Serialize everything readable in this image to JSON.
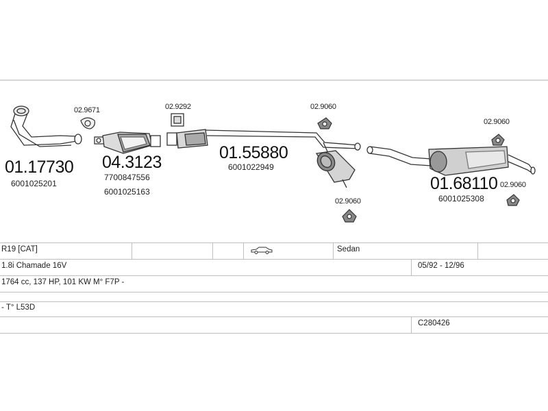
{
  "parts": {
    "downpipe": {
      "code": "01.17730",
      "ref": "6001025201"
    },
    "gasket": {
      "code": "02.9671"
    },
    "catalyst": {
      "code": "04.3123",
      "refs": [
        "7700847556",
        "6001025163"
      ]
    },
    "clamp": {
      "code": "02.9292"
    },
    "mid_silencer": {
      "code": "01.55880",
      "ref": "6001022949"
    },
    "rear_silencer": {
      "code": "01.68110",
      "ref": "6001025308"
    },
    "mounts": [
      "02.9060",
      "02.9060",
      "02.9060",
      "02.9060"
    ]
  },
  "table": {
    "model": "R19  [CAT]",
    "body": "Sedan",
    "engine": "1.8i Chamade 16V",
    "dates": "05/92 - 12/96",
    "specs": "1764 cc, 137 HP, 101 KW M° F7P -",
    "type": "- T° L53D",
    "ref": "C280426"
  },
  "icons": {
    "car": "sedan-car-icon"
  }
}
